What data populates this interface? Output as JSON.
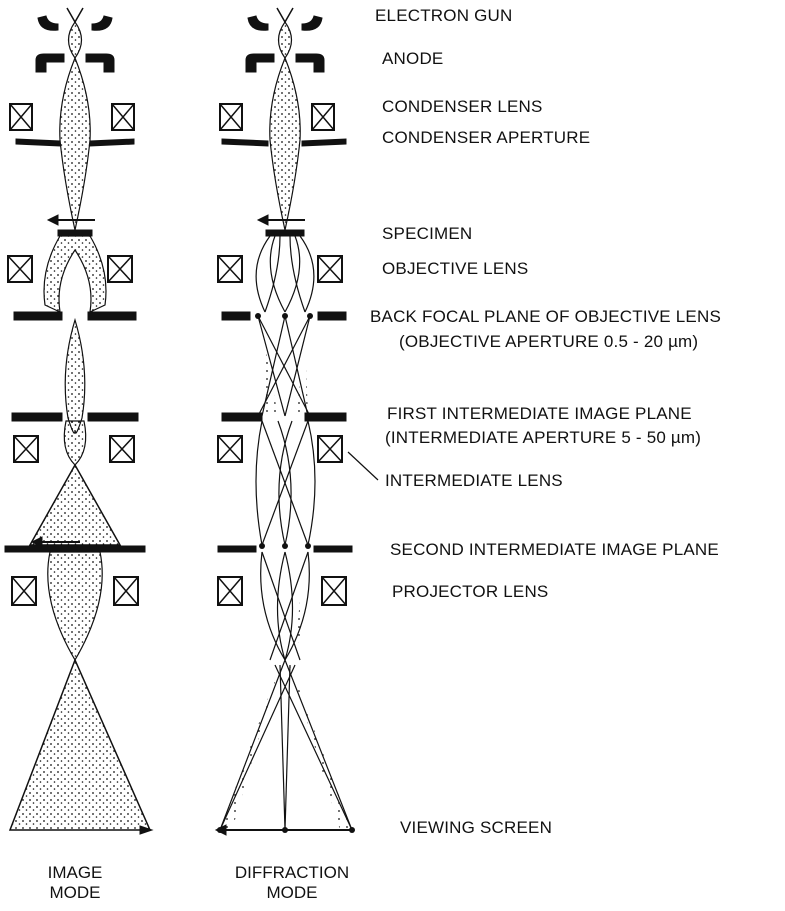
{
  "labels": {
    "electron_gun": "ELECTRON GUN",
    "anode": "ANODE",
    "condenser_lens": "CONDENSER LENS",
    "condenser_aperture": "CONDENSER APERTURE",
    "specimen": "SPECIMEN",
    "objective_lens": "OBJECTIVE LENS",
    "back_focal_plane": "BACK FOCAL PLANE OF OBJECTIVE LENS",
    "objective_aperture": "(OBJECTIVE  APERTURE 0.5 - 20 µm)",
    "first_intermediate_plane": "FIRST INTERMEDIATE IMAGE PLANE",
    "intermediate_aperture": "(INTERMEDIATE APERTURE 5 - 50 µm)",
    "intermediate_lens": "INTERMEDIATE LENS",
    "second_intermediate_plane": "SECOND INTERMEDIATE IMAGE PLANE",
    "projector_lens": "PROJECTOR  LENS",
    "viewing_screen": "VIEWING SCREEN"
  },
  "modes": {
    "image_mode_line1": "IMAGE",
    "image_mode_line2": "MODE",
    "diffraction_mode_line1": "DIFFRACTION",
    "diffraction_mode_line2": "MODE"
  },
  "colors": {
    "ink": "#111111",
    "paper": "#ffffff"
  }
}
